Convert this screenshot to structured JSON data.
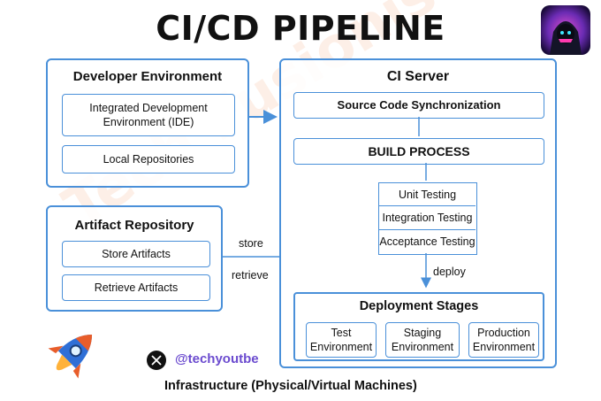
{
  "title": "CI/CD PIPELINE",
  "watermark": "Tech Fusionist",
  "developer_environment": {
    "title": "Developer Environment",
    "items": [
      "Integrated Development Environment (IDE)",
      "Local Repositories"
    ]
  },
  "artifact_repository": {
    "title": "Artifact Repository",
    "items": [
      "Store Artifacts",
      "Retrieve Artifacts"
    ]
  },
  "ci_server": {
    "title": "CI Server",
    "source_sync": "Source Code Synchronization",
    "build_process": "BUILD PROCESS",
    "tests": [
      "Unit Testing",
      "Integration Testing",
      "Acceptance Testing"
    ],
    "deploy_label": "deploy"
  },
  "deployment_stages": {
    "title": "Deployment Stages",
    "environments": [
      "Test Environment",
      "Staging Environment",
      "Production Environment"
    ]
  },
  "edge_labels": {
    "store": "store",
    "retrieve": "retrieve"
  },
  "social": {
    "icon": "x-logo-icon",
    "handle": "@techyoutbe"
  },
  "footer": "Infrastructure (Physical/Virtual Machines)",
  "colors": {
    "accent": "#4a90d9",
    "handle": "#6b4bcf",
    "watermark": "#f0783c"
  }
}
